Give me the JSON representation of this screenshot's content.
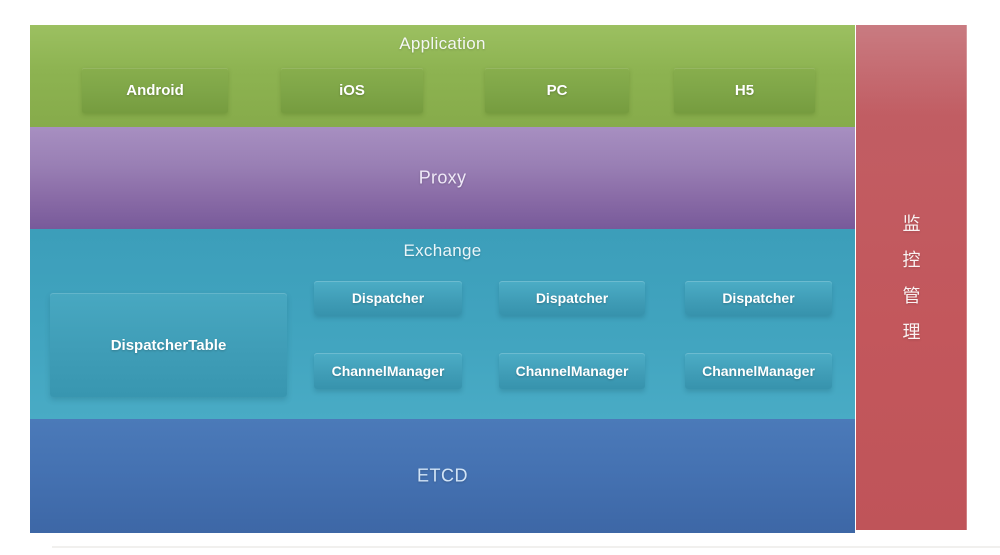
{
  "diagram": {
    "layers": {
      "application": {
        "title": "Application",
        "items": [
          "Android",
          "iOS",
          "PC",
          "H5"
        ],
        "color": "#8db351"
      },
      "proxy": {
        "title": "Proxy",
        "color": "#8a6ca7"
      },
      "exchange": {
        "title": "Exchange",
        "color": "#41a4bf",
        "dispatcher_table": "DispatcherTable",
        "dispatchers": [
          "Dispatcher",
          "Dispatcher",
          "Dispatcher"
        ],
        "channel_managers": [
          "ChannelManager",
          "ChannelManager",
          "ChannelManager"
        ]
      },
      "etcd": {
        "title": "ETCD",
        "color": "#4471b1"
      }
    },
    "sidebar": {
      "label": "监控管理",
      "chars": [
        "监",
        "控",
        "管",
        "理"
      ],
      "color": "#c3575c"
    }
  }
}
